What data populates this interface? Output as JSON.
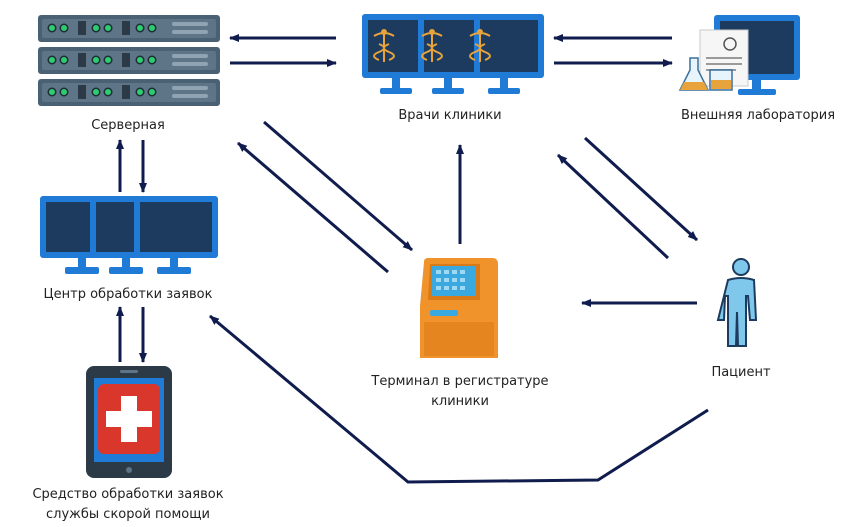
{
  "nodes": {
    "server": {
      "label": "Серверная",
      "icon": "server-rack-icon"
    },
    "doctors": {
      "label": "Врачи клиники",
      "icon": "doctor-monitors-icon"
    },
    "lab": {
      "label": "Внешняя лаборатория",
      "icon": "laboratory-monitor-icon"
    },
    "dispatch": {
      "label": "Центр обработки заявок",
      "icon": "monitor-wall-icon"
    },
    "ambulance": {
      "label_lines": [
        "Средство обработки заявок",
        "службы скорой помощи"
      ],
      "icon": "medical-tablet-icon"
    },
    "terminal": {
      "label_lines": [
        "Терминал в регистратуре",
        "клиники"
      ],
      "icon": "kiosk-terminal-icon"
    },
    "patient": {
      "label": "Пациент",
      "icon": "person-icon"
    }
  },
  "colors": {
    "arrow": "#0f1c4d",
    "monitor_frame": "#1f7bd6",
    "monitor_screen": "#1d3b5e",
    "server_body": "#4a6173",
    "server_led": "#2ecc71",
    "kiosk": "#f0932b",
    "kiosk_screen": "#3aa9e0",
    "person": "#7fc8ec",
    "tablet_red": "#d9372b"
  }
}
